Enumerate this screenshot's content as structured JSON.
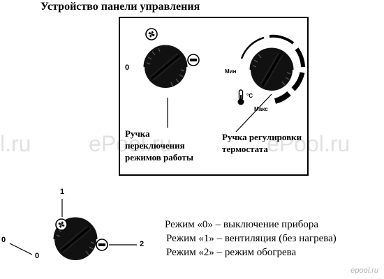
{
  "title": "Устройство панели управления",
  "panel": {
    "mode_knob": {
      "zero_label": "0",
      "caption_lines": [
        "Ручка",
        "переключения",
        "режимов работы"
      ]
    },
    "thermostat_knob": {
      "min_label": "Мин",
      "max_label": "Макс",
      "temp_unit": "°C",
      "caption_lines": [
        "Ручка регулировки",
        "термостата"
      ]
    }
  },
  "detail": {
    "label_0": "0",
    "label_1": "1",
    "label_2": "2",
    "knob_zero": "0"
  },
  "modes": [
    "Режим «0» – выключение прибора",
    "Режим «1» – вентиляция (без нагрева)",
    "Режим «2» – режим обогрева"
  ],
  "watermarks": [
    "l.ru",
    "ePool.ru",
    "ePool.ru"
  ],
  "logo": "epool.ru",
  "icons": [
    "fan-icon",
    "minus-icon",
    "thermometer-icon"
  ]
}
